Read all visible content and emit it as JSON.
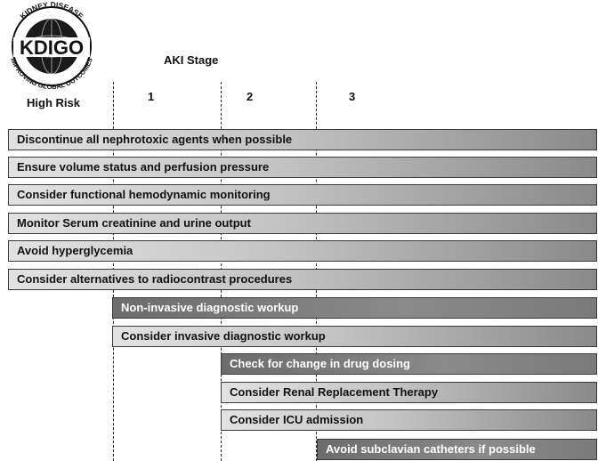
{
  "logo": {
    "center_text": "KDIGO",
    "ring_text_top": "KIDNEY DISEASE",
    "ring_text_bottom": "IMPROVING GLOBAL OUTCOMES"
  },
  "header": {
    "aki_stage_label": "AKI Stage",
    "high_risk_label": "High Risk",
    "stages": [
      "1",
      "2",
      "3"
    ]
  },
  "actions": [
    {
      "label": "Discontinue all nephrotoxic agents when possible",
      "starts_at": "High Risk",
      "style": "light"
    },
    {
      "label": "Ensure volume status and perfusion pressure",
      "starts_at": "High Risk",
      "style": "light"
    },
    {
      "label": "Consider functional hemodynamic monitoring",
      "starts_at": "High Risk",
      "style": "light"
    },
    {
      "label": "Monitor Serum creatinine and urine output",
      "starts_at": "High Risk",
      "style": "light"
    },
    {
      "label": "Avoid hyperglycemia",
      "starts_at": "High Risk",
      "style": "light"
    },
    {
      "label": "Consider alternatives to radiocontrast procedures",
      "starts_at": "High Risk",
      "style": "light"
    },
    {
      "label": "Non-invasive diagnostic workup",
      "starts_at": "1",
      "style": "dark"
    },
    {
      "label": "Consider invasive diagnostic workup",
      "starts_at": "1",
      "style": "light"
    },
    {
      "label": "Check for change in drug dosing",
      "starts_at": "2",
      "style": "dark"
    },
    {
      "label": "Consider Renal Replacement Therapy",
      "starts_at": "2",
      "style": "light"
    },
    {
      "label": "Consider ICU admission",
      "starts_at": "2",
      "style": "light"
    },
    {
      "label": "Avoid subclavian catheters if possible",
      "starts_at": "3",
      "style": "dark"
    }
  ]
}
